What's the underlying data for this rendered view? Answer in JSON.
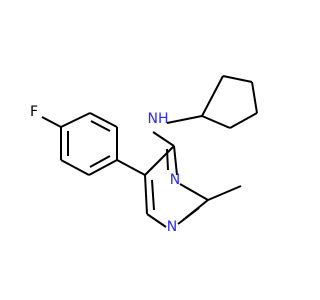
{
  "structure": {
    "colors": {
      "background": "#ffffff",
      "bond": "#000000",
      "nitrogen": "#2a2aff",
      "fluorine": "#000000"
    },
    "labels": {
      "amine_nh": "NH",
      "ring_n_upper": "N",
      "ring_n_lower": "N",
      "fluorine": "F"
    }
  }
}
